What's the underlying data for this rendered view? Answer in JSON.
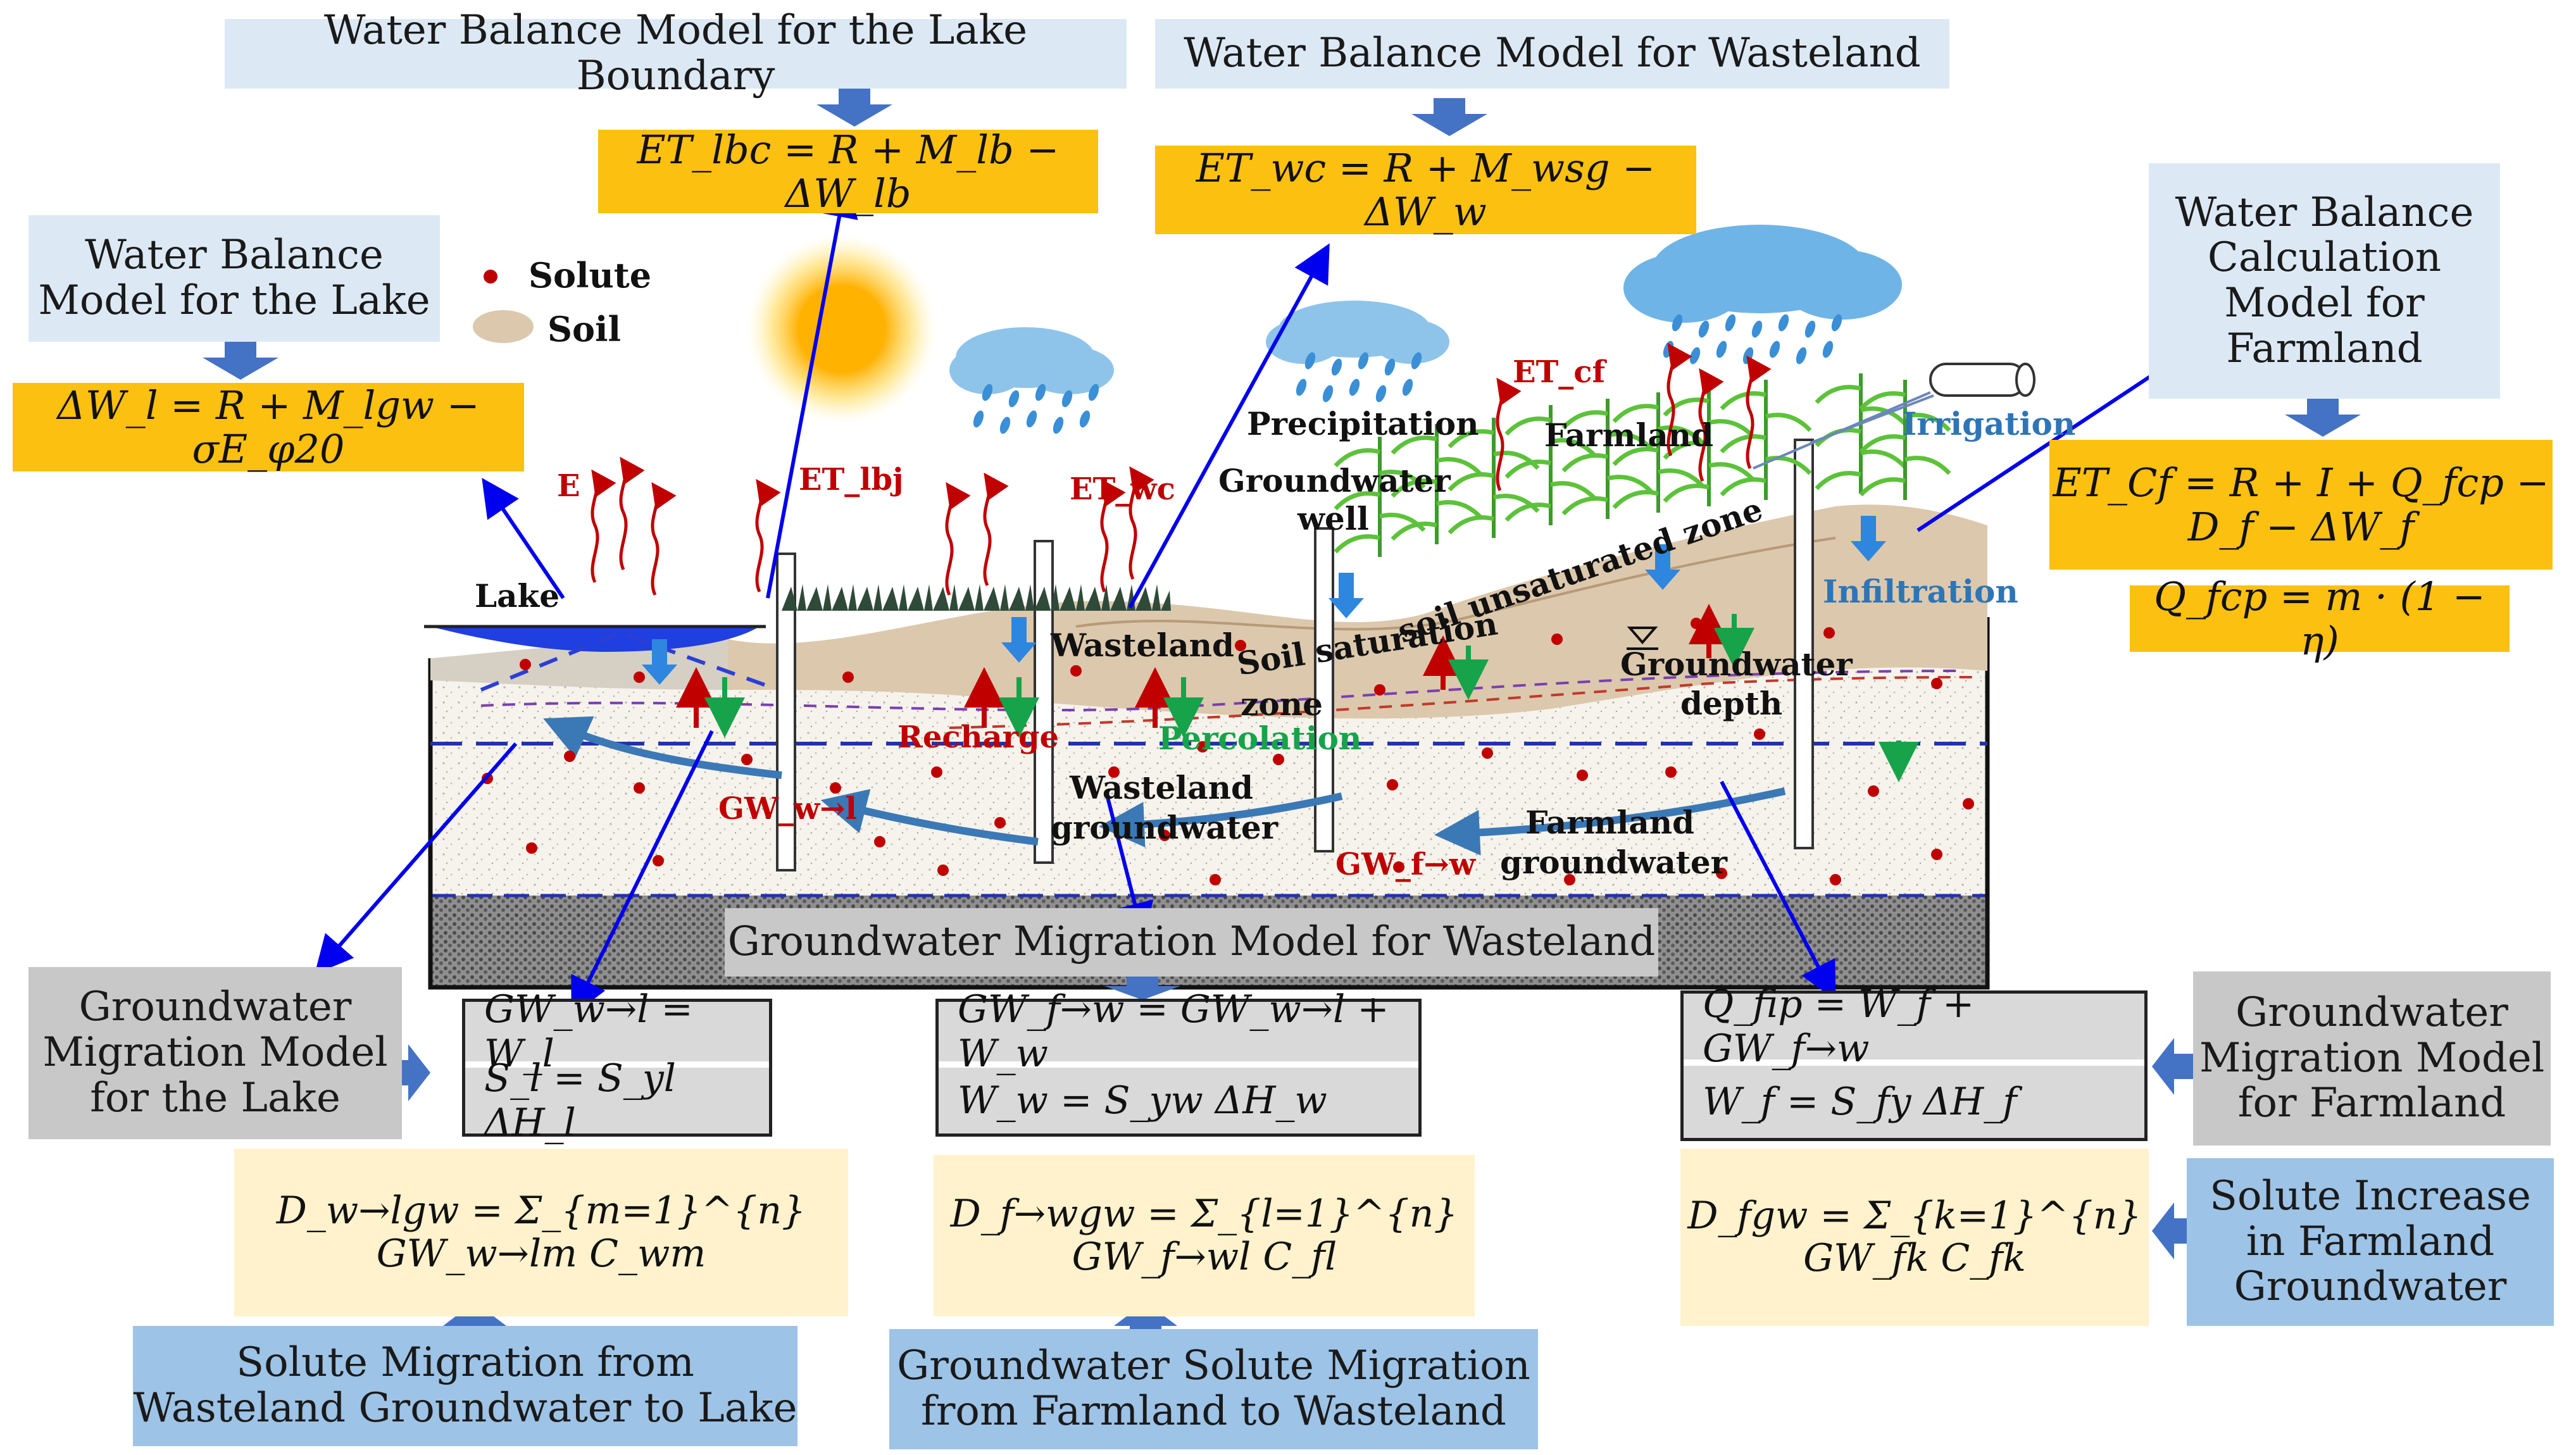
{
  "boxes": {
    "wb_lake_boundary": "Water Balance Model for the Lake Boundary",
    "wb_wasteland": "Water Balance Model for Wasteland",
    "wb_lake": [
      "Water Balance",
      "Model for the Lake"
    ],
    "wb_farmland": [
      "Water Balance",
      "Calculation",
      "Model for",
      "Farmland"
    ],
    "gw_migration_wasteland": "Groundwater Migration Model for Wasteland",
    "gw_migration_lake": [
      "Groundwater",
      "Migration Model",
      "for the Lake"
    ],
    "gw_migration_farmland": [
      "Groundwater",
      "Migration Model",
      "for Farmland"
    ],
    "solute_wasteland_lake": [
      "Solute Migration from",
      "Wasteland Groundwater to Lake"
    ],
    "solute_farmland_wasteland": [
      "Groundwater Solute Migration",
      "from Farmland to Wasteland"
    ],
    "solute_increase_farmland": [
      "Solute Increase",
      "in Farmland",
      "Groundwater"
    ]
  },
  "equations": {
    "et_lbc": "ET_lbc = R + M_lb − ΔW_lb",
    "et_wc": "ET_wc = R + M_wsg − ΔW_w",
    "dw_l": "ΔW_l = R + M_lgw − σE_φ20",
    "et_cf_line1": "ET_Cf = R + I + Q_fcp −",
    "et_cf_line2": "D_f − ΔW_f",
    "q_fcp": "Q_fcp = m · (1 − η)",
    "gw_wl": "GW_w→l = W_l",
    "s_l": "S_l = S_yl ΔH_l",
    "gw_fw": "GW_f→w = GW_w→l + W_w",
    "w_w": "W_w = S_yw ΔH_w",
    "q_fip": "Q_fip = W_f + GW_f→w",
    "w_f": "W_f = S_fy ΔH_f",
    "d_wlgw": "D_w→lgw = Σ_{m=1}^{n} GW_w→lm C_wm",
    "d_fwgw": "D_f→wgw = Σ_{l=1}^{n} GW_f→wl C_fl",
    "d_fgw": "D_fgw = Σ_{k=1}^{n} GW_fk C_fk"
  },
  "legend": {
    "solute": "Solute",
    "soil": "Soil"
  },
  "labels": {
    "lake": "Lake",
    "e": "E",
    "et_lbj": "ET_lbj",
    "et_wc": "ET_wc",
    "et_cf": "ET_cf",
    "precipitation": "Precipitation",
    "groundwater_well": [
      "Groundwater",
      "well"
    ],
    "farmland": "Farmland",
    "irrigation": "Irrigation",
    "infiltration": "Infiltration",
    "wasteland": "Wasteland",
    "soil_saturation_zone": [
      "Soil saturation",
      "zone"
    ],
    "soil_unsaturated_zone": "soil unsaturated zone",
    "groundwater_depth": [
      "Groundwater",
      "depth"
    ],
    "recharge": "Recharge",
    "percolation": "Percolation",
    "gw_wl": "GW_w→l",
    "gw_fw": "GW_f→w",
    "wasteland_groundwater": [
      "Wasteland",
      "groundwater"
    ],
    "farmland_groundwater": [
      "Farmland",
      "groundwater"
    ]
  },
  "colors": {
    "light_blue_box": "#dce9f5",
    "gray_box": "#c8c8c8",
    "blue_box": "#9dc3e6",
    "orange_box": "#fcc010",
    "cream_box": "#fff2cc",
    "connector_arrow": "#0000ee",
    "block_arrow": "#4472c4",
    "solute_dot": "#c00000"
  }
}
